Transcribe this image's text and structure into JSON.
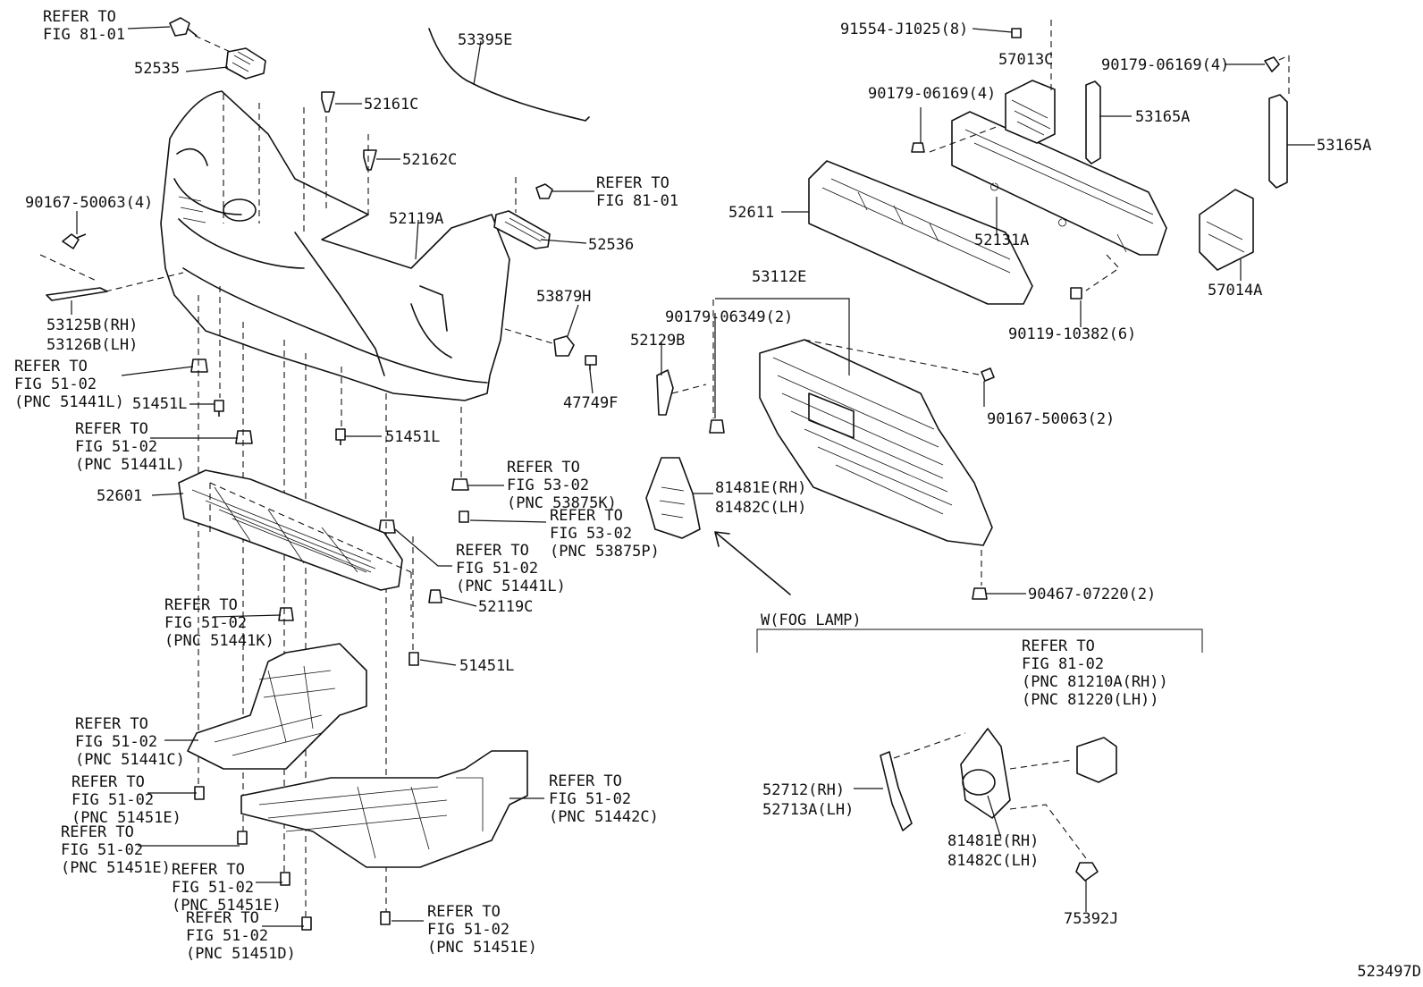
{
  "diagram_id": "523497D",
  "callouts": [
    {
      "id": "c01",
      "lines": [
        "REFER TO",
        "FIG 81-01"
      ]
    },
    {
      "id": "c02",
      "lines": [
        "52535"
      ]
    },
    {
      "id": "c03",
      "lines": [
        "53395E"
      ]
    },
    {
      "id": "c04",
      "lines": [
        "52161C"
      ]
    },
    {
      "id": "c05",
      "lines": [
        "52162C"
      ]
    },
    {
      "id": "c06",
      "lines": [
        "90167-50063(4)"
      ]
    },
    {
      "id": "c07",
      "lines": [
        "52119A"
      ]
    },
    {
      "id": "c08",
      "lines": [
        "REFER TO",
        "FIG 81-01"
      ]
    },
    {
      "id": "c09",
      "lines": [
        "52536"
      ]
    },
    {
      "id": "c10",
      "lines": [
        "53125B(RH)",
        "53126B(LH)"
      ]
    },
    {
      "id": "c11",
      "lines": [
        "53879H"
      ]
    },
    {
      "id": "c12",
      "lines": [
        "REFER TO",
        "FIG 51-02",
        "(PNC 51441L)"
      ]
    },
    {
      "id": "c13",
      "lines": [
        "51451L"
      ]
    },
    {
      "id": "c14",
      "lines": [
        "47749F"
      ]
    },
    {
      "id": "c15",
      "lines": [
        "51451L"
      ]
    },
    {
      "id": "c16",
      "lines": [
        "REFER TO",
        "FIG 51-02",
        "(PNC 51441L)"
      ]
    },
    {
      "id": "c17",
      "lines": [
        "52601"
      ]
    },
    {
      "id": "c18",
      "lines": [
        "REFER TO",
        "FIG 53-02",
        "(PNC 53875K)"
      ]
    },
    {
      "id": "c19",
      "lines": [
        "REFER TO",
        "FIG 53-02",
        "(PNC 53875P)"
      ]
    },
    {
      "id": "c20",
      "lines": [
        "REFER TO",
        "FIG 51-02",
        "(PNC 51441L)"
      ]
    },
    {
      "id": "c21",
      "lines": [
        "52119C"
      ]
    },
    {
      "id": "c22",
      "lines": [
        "REFER TO",
        "FIG 51-02",
        "(PNC 51441K)"
      ]
    },
    {
      "id": "c23",
      "lines": [
        "51451L"
      ]
    },
    {
      "id": "c24",
      "lines": [
        "REFER TO",
        "FIG 51-02",
        "(PNC 51441C)"
      ]
    },
    {
      "id": "c25",
      "lines": [
        "REFER TO",
        "FIG 51-02",
        "(PNC 51451E)"
      ]
    },
    {
      "id": "c26",
      "lines": [
        "REFER TO",
        "FIG 51-02",
        "(PNC 51442C)"
      ]
    },
    {
      "id": "c27",
      "lines": [
        "REFER TO",
        "FIG 51-02",
        "(PNC 51451E)"
      ]
    },
    {
      "id": "c28",
      "lines": [
        "REFER TO",
        "FIG 51-02",
        "(PNC 51451E)"
      ]
    },
    {
      "id": "c29",
      "lines": [
        "REFER TO",
        "FIG 51-02",
        "(PNC 51451D)"
      ]
    },
    {
      "id": "c30",
      "lines": [
        "REFER TO",
        "FIG 51-02",
        "(PNC 51451E)"
      ]
    },
    {
      "id": "c31",
      "lines": [
        "91554-J1025(8)"
      ]
    },
    {
      "id": "c32",
      "lines": [
        "57013C"
      ]
    },
    {
      "id": "c33",
      "lines": [
        "90179-06169(4)"
      ]
    },
    {
      "id": "c34",
      "lines": [
        "90179-06169(4)"
      ]
    },
    {
      "id": "c35",
      "lines": [
        "53165A"
      ]
    },
    {
      "id": "c36",
      "lines": [
        "53165A"
      ]
    },
    {
      "id": "c37",
      "lines": [
        "52611"
      ]
    },
    {
      "id": "c38",
      "lines": [
        "52131A"
      ]
    },
    {
      "id": "c39",
      "lines": [
        "57014A"
      ]
    },
    {
      "id": "c40",
      "lines": [
        "53112E"
      ]
    },
    {
      "id": "c41",
      "lines": [
        "90179-06349(2)"
      ]
    },
    {
      "id": "c42",
      "lines": [
        "52129B"
      ]
    },
    {
      "id": "c43",
      "lines": [
        "90119-10382(6)"
      ]
    },
    {
      "id": "c44",
      "lines": [
        "90167-50063(2)"
      ]
    },
    {
      "id": "c45",
      "lines": [
        "81481E(RH)",
        "81482C(LH)"
      ]
    },
    {
      "id": "c46",
      "lines": [
        "90467-07220(2)"
      ]
    },
    {
      "id": "c47",
      "lines": [
        "W(FOG LAMP)"
      ]
    },
    {
      "id": "c48",
      "lines": [
        "REFER TO",
        "FIG 81-02",
        "(PNC 81210A(RH))",
        "(PNC 81220(LH))"
      ]
    },
    {
      "id": "c49",
      "lines": [
        "52712(RH)",
        "52713A(LH)"
      ]
    },
    {
      "id": "c50",
      "lines": [
        "81481E(RH)",
        "81482C(LH)"
      ]
    },
    {
      "id": "c51",
      "lines": [
        "75392J"
      ]
    }
  ]
}
